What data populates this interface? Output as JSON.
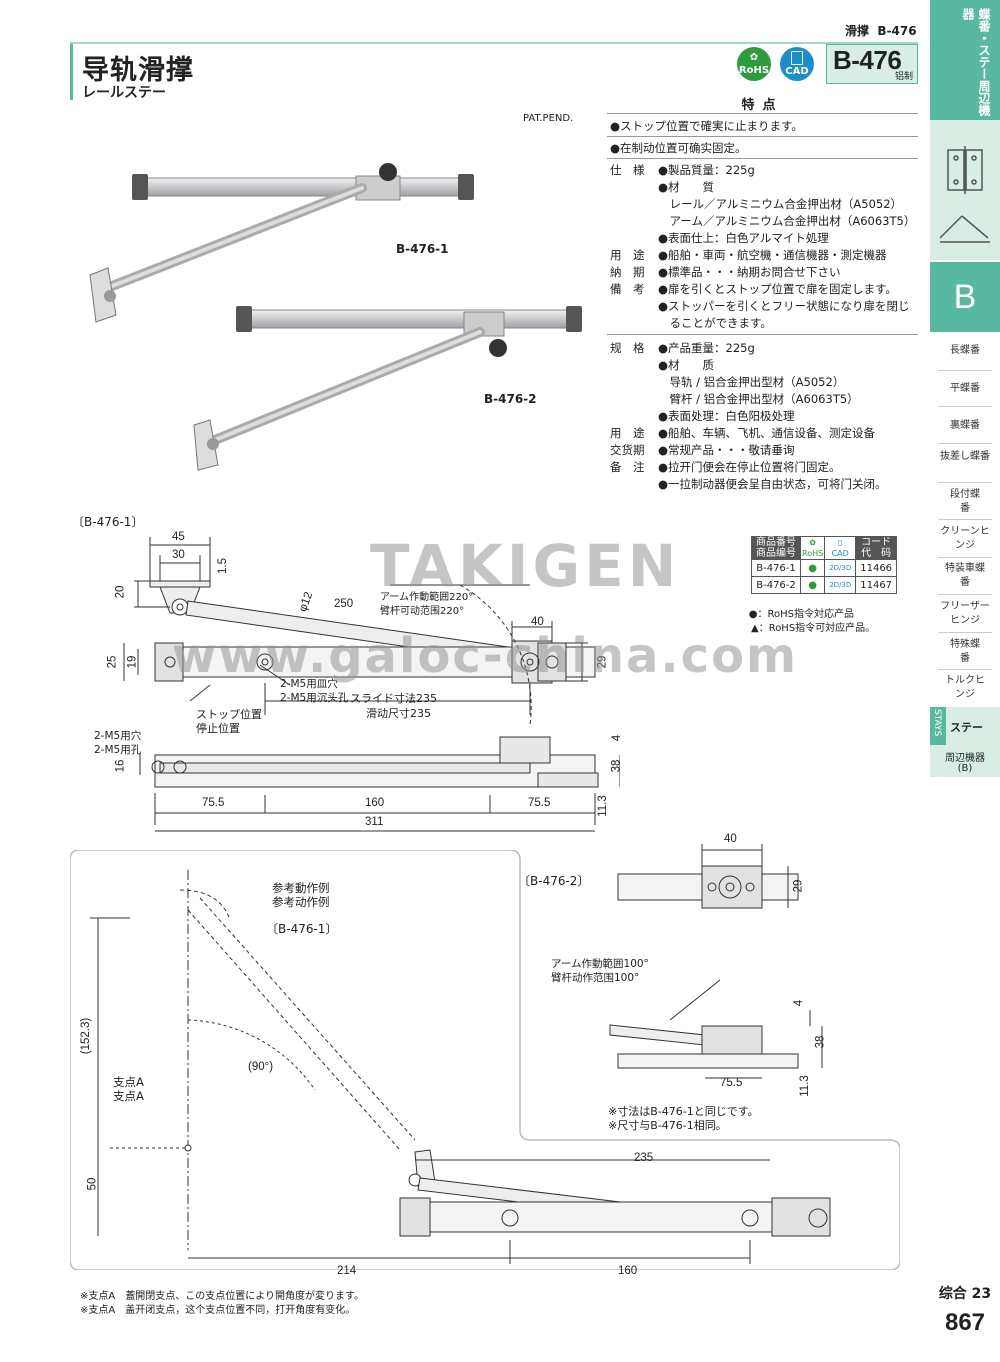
{
  "header": {
    "ref_label": "滑撑",
    "ref_code": "B-476",
    "title_cn": "导轨滑撑",
    "title_jp": "レールステー",
    "rohs_badge": "RoHS",
    "cad_badge": "CAD",
    "model_code": "B-476",
    "material_badge": "铝制",
    "pat_pend": "PAT.PEND."
  },
  "side_tab": {
    "category": "蝶番・ステー周辺機器",
    "letter": "B",
    "items": [
      "長蝶番",
      "平蝶番",
      "裏蝶番",
      "抜差し蝶番",
      "段付蝶番",
      "クリーンヒンジ",
      "特装車蝶番",
      "フリーザーヒンジ",
      "特殊蝶番",
      "トルクヒンジ"
    ],
    "stays_label": "STAYS",
    "active_item": "ステー",
    "last_item": "周辺機器",
    "last_item_sub": "(B)",
    "page_section": "综合 23",
    "page_number": "867"
  },
  "features": {
    "heading": "特点",
    "points": [
      "●ストップ位置で確実に止まります。",
      "●在制动位置可确实固定。"
    ]
  },
  "spec_jp": [
    {
      "label": "仕　様",
      "value": "●製品質量：225g"
    },
    {
      "label": "",
      "value": "●材　　質"
    },
    {
      "label": "",
      "value": "　レール／アルミニウム合金押出材（A5052）"
    },
    {
      "label": "",
      "value": "　アーム／アルミニウム合金押出材（A6063T5）"
    },
    {
      "label": "",
      "value": "●表面仕上：白色アルマイト処理"
    },
    {
      "label": "用　途",
      "value": "●船舶・車両・航空機・通信機器・測定機器"
    },
    {
      "label": "納　期",
      "value": "●標準品・・・納期お問合せ下さい"
    },
    {
      "label": "備　考",
      "value": "●扉を引くとストップ位置で扉を固定します。"
    },
    {
      "label": "",
      "value": "●ストッパーを引くとフリー状態になり扉を閉じ"
    },
    {
      "label": "",
      "value": "　ることができます。"
    }
  ],
  "spec_cn": [
    {
      "label": "规　格",
      "value": "●产品重量：225g"
    },
    {
      "label": "",
      "value": "●材　　质"
    },
    {
      "label": "",
      "value": "　导轨 / 铝合金押出型材（A5052）"
    },
    {
      "label": "",
      "value": "　臂杆 / 铝合金押出型材（A6063T5）"
    },
    {
      "label": "",
      "value": "●表面处理：白色阳极处理"
    },
    {
      "label": "用　途",
      "value": "●船舶、车辆、飞机、通信设备、测定设备"
    },
    {
      "label": "交货期",
      "value": "●常规产品・・・敬请垂询"
    },
    {
      "label": "备　注",
      "value": "●拉开门便会在停止位置将门固定。"
    },
    {
      "label": "",
      "value": "●一拉制动器便会呈自由状态，可将门关闭。"
    }
  ],
  "product_labels": {
    "p1": "B-476-1",
    "p2": "B-476-2"
  },
  "code_table": {
    "h_product_jp": "商品番号",
    "h_product_cn": "商品编号",
    "h_rohs": "RoHS",
    "h_cad": "CAD",
    "h_code_jp": "コード",
    "h_code_cn": "代　码",
    "rows": [
      {
        "product": "B-476-1",
        "cad": "2D/3D",
        "code": "11466"
      },
      {
        "product": "B-476-2",
        "cad": "2D/3D",
        "code": "11467"
      }
    ],
    "note1": "●：RoHS指令対応产品",
    "note2": "▲：RoHS指令可対应产品。"
  },
  "drawing1": {
    "section": "〔B-476-1〕",
    "d45": "45",
    "d30": "30",
    "d15": "1.5",
    "d20": "20",
    "phi12": "φ12",
    "d250": "250",
    "arm_range_jp": "アーム作動範囲220°",
    "arm_range_cn": "臂杆可动范围220°",
    "d40": "40",
    "d29": "29",
    "d25": "25",
    "d19": "19",
    "hole_jp": "2-M5用皿穴",
    "hole_cn": "2-M5用沉头孔",
    "slide_jp": "スライド寸法235",
    "slide_cn": "滑动尺寸235",
    "stop_jp": "ストップ位置",
    "stop_cn": "停止位置",
    "hole2_jp": "2-M5用穴",
    "hole2_cn": "2-M5用孔",
    "d16": "16",
    "d4": "4",
    "d38": "38",
    "d755a": "75.5",
    "d160": "160",
    "d755b": "75.5",
    "d113": "11.3",
    "d311": "311"
  },
  "drawing_ref": {
    "title_jp": "参考動作例",
    "title_cn": "参考动作例",
    "section": "〔B-476-1〕",
    "d1523": "(152.3)",
    "d90": "(90°)",
    "pivot_jp": "支点A",
    "pivot_cn": "支点A",
    "d50": "50",
    "d235": "235",
    "d214": "214",
    "d160": "160",
    "note_jp": "※支点A　蓋開閉支点、この支点位置により開角度が変ります。",
    "note_cn": "※支点A　盖开闭支点，这个支点位置不同，打开角度有变化。"
  },
  "drawing2": {
    "section": "〔B-476-2〕",
    "d40": "40",
    "d29": "29",
    "arm_range_jp": "アーム作動範囲100°",
    "arm_range_cn": "臂杆动作范围100°",
    "d4": "4",
    "d38": "38",
    "d755": "75.5",
    "d113": "11.3",
    "note_jp": "※寸法はB-476-1と同じです。",
    "note_cn": "※尺寸与B-476-1相同。"
  },
  "watermark": {
    "brand": "TAKIGEN",
    "site": "www.galoc-china.com"
  },
  "colors": {
    "accent": "#59b9a0",
    "accent_light": "#d8eee5",
    "rohs_green": "#2f9b3c",
    "cad_blue": "#1c8fc9"
  }
}
